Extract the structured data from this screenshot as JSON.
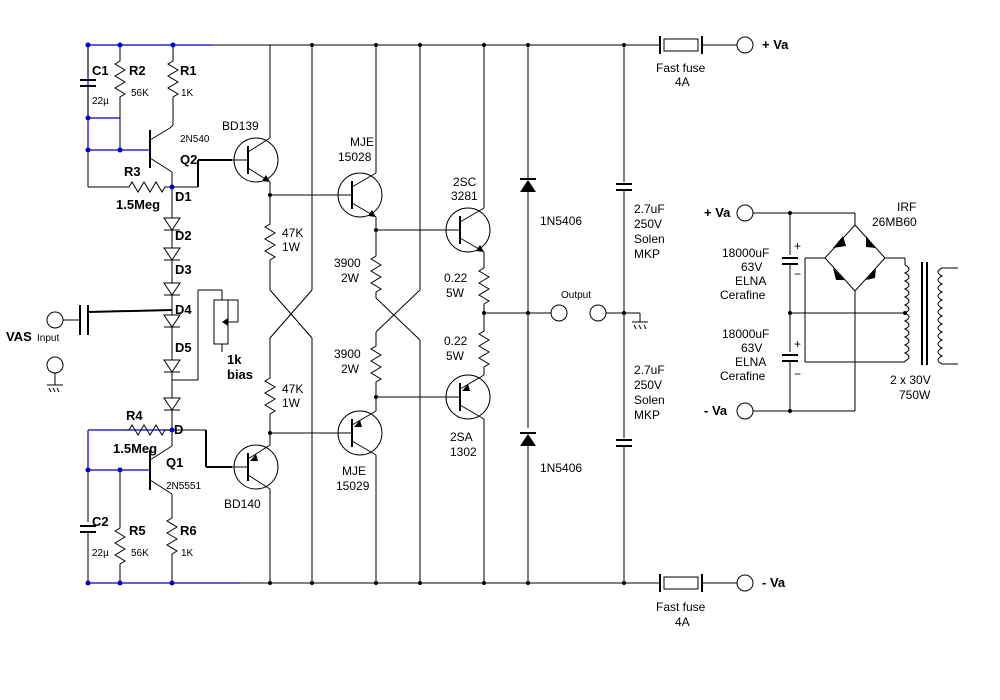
{
  "labels": {
    "c1": "C1",
    "c1_val": "22µ",
    "r2": "R2",
    "r2_val": "56K",
    "r1": "R1",
    "r1_val": "1K",
    "q2_type": "2N540",
    "q2": "Q2",
    "r3": "R3",
    "r3_val": "1.5Meg",
    "d1": "D1",
    "d2": "D2",
    "d3": "D3",
    "d4": "D4",
    "d5": "D5",
    "vas_input": "VAS",
    "vas_input_small": "Input",
    "bias_1": "1k",
    "bias_2": "bias",
    "r4": "R4",
    "r4_val": "1.5Meg",
    "d": "D",
    "q1": "Q1",
    "q1_type": "2N5551",
    "c2": "C2",
    "c2_val": "22µ",
    "r5": "R5",
    "r5_val": "56K",
    "r6": "R6",
    "r6_val": "1K",
    "bd139": "BD139",
    "bd140": "BD140",
    "r47k_a": "47K",
    "r47k_a_w": "1W",
    "r47k_b": "47K",
    "r47k_b_w": "1W",
    "mje_top_1": "MJE",
    "mje_top_2": "15028",
    "mje_bot_1": "MJE",
    "mje_bot_2": "15029",
    "r3900_a": "3900",
    "r3900_a_w": "2W",
    "r3900_b": "3900",
    "r3900_b_w": "2W",
    "sc_1": "2SC",
    "sc_2": "3281",
    "sa_1": "2SA",
    "sa_2": "1302",
    "r022_a": "0.22",
    "r022_a_w": "5W",
    "r022_b": "0.22",
    "r022_b_w": "5W",
    "diode_top": "1N5406",
    "diode_bot": "1N5406",
    "output": "Output",
    "cap_top_1": "2.7uF",
    "cap_top_2": "250V",
    "cap_top_3": "Solen",
    "cap_top_4": "MKP",
    "cap_bot_1": "2.7uF",
    "cap_bot_2": "250V",
    "cap_bot_3": "Solen",
    "cap_bot_4": "MKP",
    "fuse_top_1": "Fast fuse",
    "fuse_top_2": "4A",
    "fuse_bot_1": "Fast fuse",
    "fuse_bot_2": "4A",
    "rail_pos": "+ Va",
    "rail_neg": "- Va",
    "psu_pos": "+ Va",
    "psu_neg": "- Va",
    "psu_c1_1": "18000uF",
    "psu_c1_2": "63V",
    "psu_c1_3": "ELNA",
    "psu_c1_4": "Cerafine",
    "psu_c2_1": "18000uF",
    "psu_c2_2": "63V",
    "psu_c2_3": "ELNA",
    "psu_c2_4": "Cerafine",
    "bridge_1": "IRF",
    "bridge_2": "26MB60",
    "trafo_1": "2 x 30V",
    "trafo_2": "750W",
    "plus_sign": "+",
    "minus_sign": "−"
  },
  "colors": {
    "wire": "#000000",
    "vas_wire": "#0000cc",
    "node": "#0000cc"
  }
}
